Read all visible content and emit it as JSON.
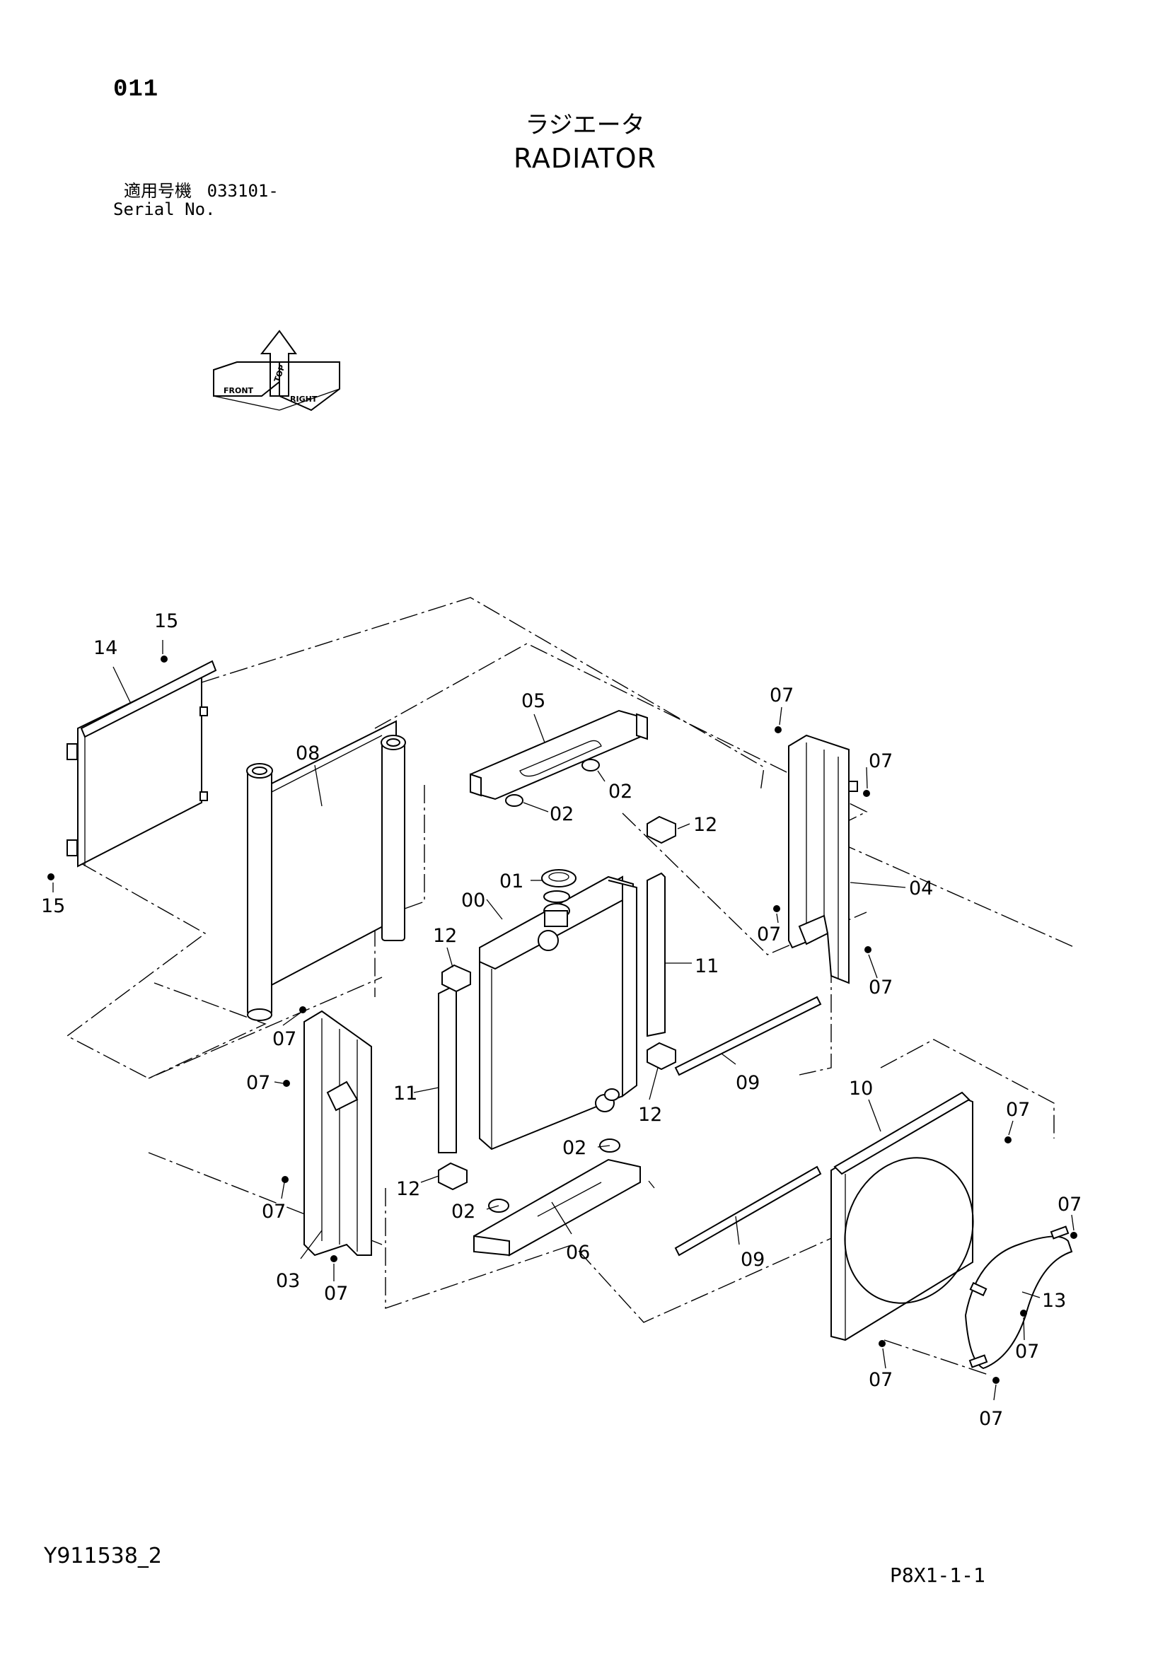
{
  "header": {
    "page_number": "011",
    "title_jp": "ラジエータ",
    "title_en": "RADIATOR",
    "serial_label_jp": "適用号機",
    "serial_value": "033101-",
    "serial_label_en": "Serial No."
  },
  "orientation": {
    "front": "FRONT",
    "top": "TOP",
    "right": "RIGHT"
  },
  "callouts": {
    "c00": "00",
    "c01": "01",
    "c02a": "02",
    "c02b": "02",
    "c02c": "02",
    "c02d": "02",
    "c03": "03",
    "c04": "04",
    "c05": "05",
    "c06": "06",
    "c07a": "07",
    "c07b": "07",
    "c07c": "07",
    "c07d": "07",
    "c07e": "07",
    "c07f": "07",
    "c07g": "07",
    "c07h": "07",
    "c07i": "07",
    "c07j": "07",
    "c07k": "07",
    "c07l": "07",
    "c07m": "07",
    "c08": "08",
    "c09a": "09",
    "c09b": "09",
    "c10": "10",
    "c11a": "11",
    "c11b": "11",
    "c12a": "12",
    "c12b": "12",
    "c12c": "12",
    "c12d": "12",
    "c13": "13",
    "c14": "14",
    "c15a": "15",
    "c15b": "15"
  },
  "footer": {
    "doc_code": "Y911538_2",
    "page_code": "P8X1-1-1"
  }
}
